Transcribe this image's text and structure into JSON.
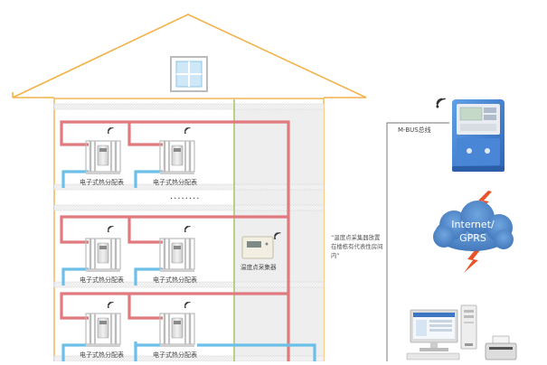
{
  "meter_label": "电子式热分配表",
  "ellipsis": "........",
  "collector": {
    "label": "温度点采集器",
    "note": "“温度点采集器放置在楼栋有代表性房间内”"
  },
  "bus_label": "M-BUS总线",
  "cloud": {
    "line1": "Internet/",
    "line2": "GPRS"
  },
  "colors": {
    "roof": "#f3b24a",
    "hot_pipe": "#e07a7e",
    "cold_pipe": "#6cc0e8",
    "riser": "#a8c86a",
    "cloud": "#4f86c6",
    "lightning": "#e8542a",
    "concentrator": "#3f7fd0"
  }
}
